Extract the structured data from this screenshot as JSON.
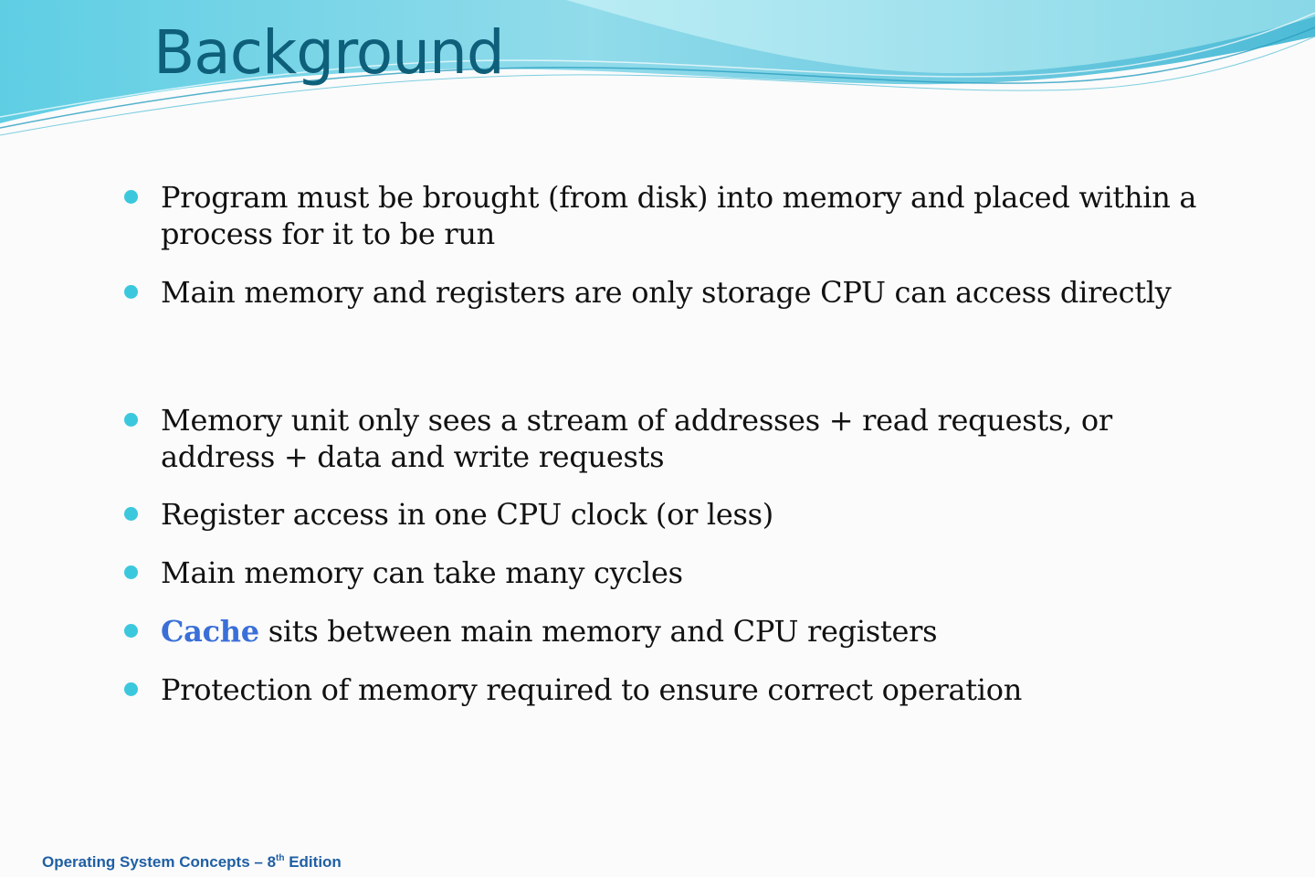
{
  "slide": {
    "title": "Background",
    "bullets": [
      {
        "text": "Program must be brought (from disk)  into memory and placed within a process for it to be run"
      },
      {
        "text": "Main memory and registers are only storage CPU can access directly"
      },
      {
        "text": "Memory unit only sees a stream of addresses + read requests, or address + data and write requests"
      },
      {
        "text": "Register access in one CPU clock (or less)"
      },
      {
        "text": "Main memory can take many cycles"
      },
      {
        "highlight": "Cache",
        "text": " sits between main memory and CPU registers"
      },
      {
        "text": "Protection of memory required to ensure correct operation"
      }
    ]
  },
  "footer": {
    "text": "Operating System Concepts – 8",
    "superscript": "th",
    "suffix": " Edition"
  },
  "colors": {
    "title": "#0e5f7a",
    "bullet": "#3bc8dd",
    "highlight": "#3a6fd8",
    "footer": "#1f5fa3",
    "wave_light": "#a8e6ef",
    "wave_dark": "#3fb9d6"
  }
}
